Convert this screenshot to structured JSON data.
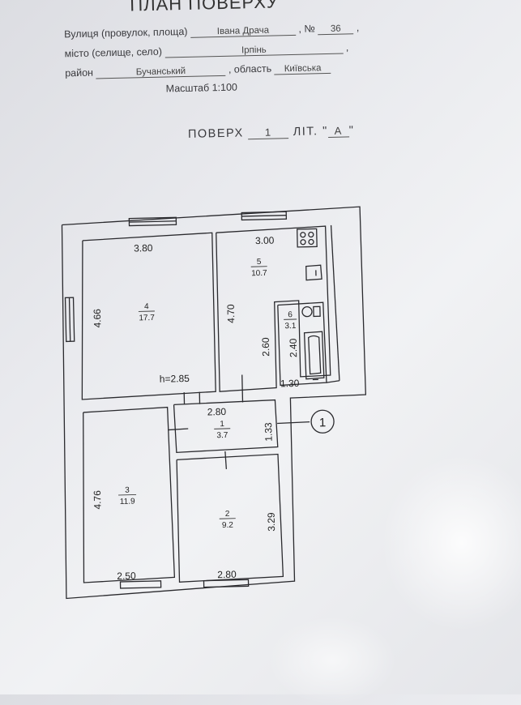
{
  "header": {
    "title": "ПЛАН ПОВЕРХУ",
    "street_label": "Вулиця (провулок, площа)",
    "street_value": "Івана Драча",
    "number_label": ", №",
    "number_value": "36",
    "trailing_comma": ",",
    "city_label": "місто (селище, село)",
    "city_value": "Ірпінь",
    "district_label": "район",
    "district_value": "Бучанський",
    "region_label": ", область",
    "region_value": "Київська",
    "scale": "Масштаб  1:100"
  },
  "floor": {
    "label": "ПОВЕРХ",
    "value": "1",
    "lit_label": "ЛІТ. \"",
    "lit_value": "А",
    "lit_close": "\""
  },
  "rooms": [
    {
      "number": "4",
      "area": "17.7",
      "width": "3.80",
      "height": "4.66"
    },
    {
      "number": "5",
      "area": "10.7",
      "width": "3.00",
      "height": "4.70"
    },
    {
      "number": "6",
      "area": "3.1",
      "width": "1.30",
      "height": "2.40"
    },
    {
      "number": "1",
      "area": "3.7",
      "width": "2.80",
      "height": "1.33"
    },
    {
      "number": "3",
      "area": "11.9",
      "width": "2.50",
      "height": "4.76"
    },
    {
      "number": "2",
      "area": "9.2",
      "width": "2.80",
      "height": "3.29"
    }
  ],
  "extra_dims": {
    "corridor_height": "2.60",
    "ceiling_height": "h=2.85"
  },
  "entrance_marker": "1",
  "colors": {
    "lines": "#2a2a2e",
    "paper": "#e9eaee"
  }
}
